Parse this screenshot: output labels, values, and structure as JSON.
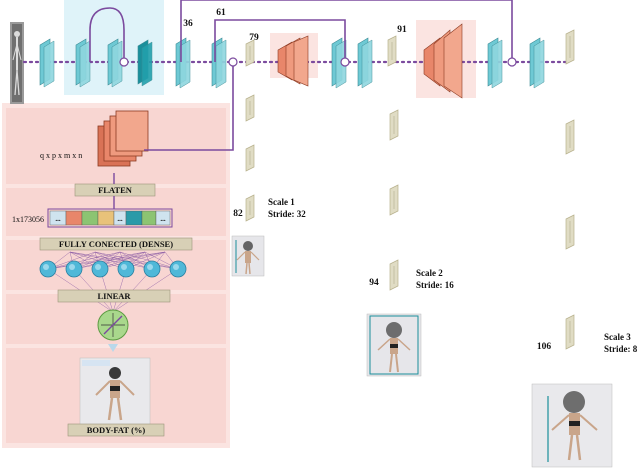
{
  "colors": {
    "block": "#6ec9d4",
    "block_dark": "#1a8f9b",
    "map": "#e0dcc4",
    "map_edge": "#b8b28e",
    "conv": "#e8866a",
    "connector": "#7b4a9e",
    "panel": "#fbe4e1",
    "panel_header": "#d8d0b6"
  },
  "layer_numbers": {
    "n36": "36",
    "n61": "61",
    "n79": "79",
    "n91": "91",
    "n82": "82",
    "n94": "94",
    "n106": "106"
  },
  "scales": [
    {
      "scale": "Scale 1",
      "stride": "Stride: 32"
    },
    {
      "scale": "Scale 2",
      "stride": "Stride: 16"
    },
    {
      "scale": "Scale 3",
      "stride": "Stride: 8"
    }
  ],
  "regression": {
    "tensor_shape": "q x p x m x n",
    "flatten_label": "FLATEN",
    "vector_size": "1x173056",
    "dense_label": "FULLY CONECTED (DENSE)",
    "linear_label": "LINEAR",
    "output_label": "BODY-FAT (%)",
    "vector_dots": "..."
  },
  "icons": {
    "input_figure": "person-silhouette-icon",
    "linear_activation": "linear-activation-icon"
  }
}
